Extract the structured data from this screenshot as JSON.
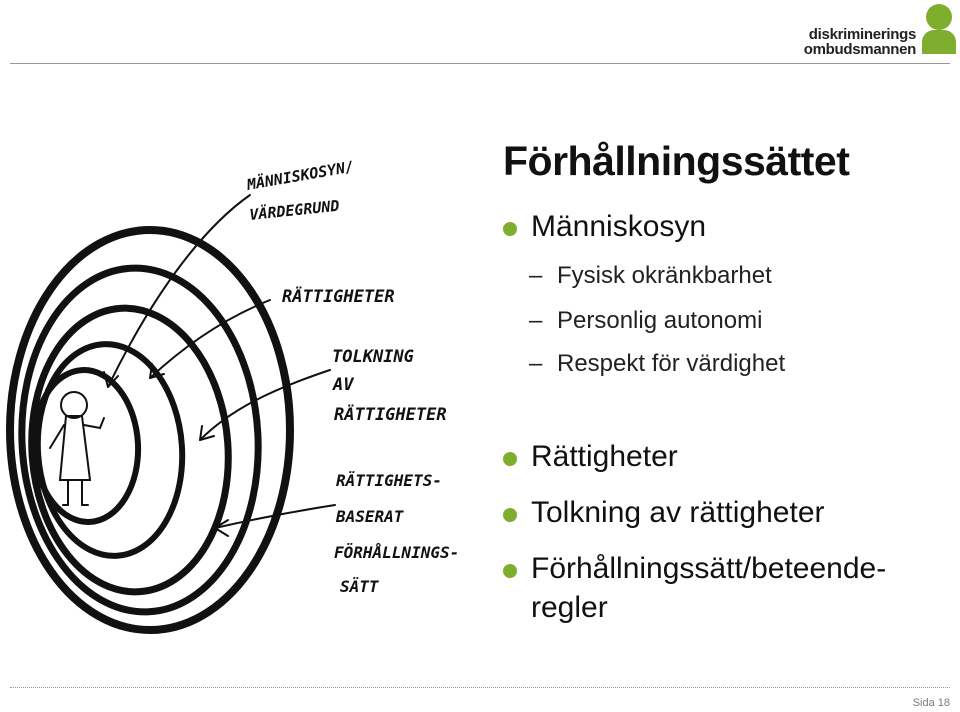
{
  "logo": {
    "line1": "diskriminerings",
    "line2": "ombudsmannen"
  },
  "slide": {
    "title": "Förhållningssättet",
    "bullets": [
      {
        "text": "Människosyn",
        "sub": [
          "Fysisk okränkbarhet",
          "Personlig autonomi",
          "Respekt för värdighet"
        ]
      },
      {
        "text": "Rättigheter"
      },
      {
        "text": "Tolkning av rättigheter"
      },
      {
        "text": "Förhållningssätt/beteende-",
        "cont": "regler"
      }
    ]
  },
  "sketch": {
    "labels": [
      "MÄNNISKOSYN/",
      "VÄRDEGRUND",
      "RÄTTIGHETER",
      "TOLKNING",
      "AV",
      "RÄTTIGHETER",
      "RÄTTIGHETS-",
      "BASERAT",
      "FÖRHÅLLNINGS-",
      "SÄTT"
    ]
  },
  "footer": {
    "page": "Sida 18"
  },
  "colors": {
    "accent": "#7fae2f",
    "rule": "#9a9a9a"
  }
}
